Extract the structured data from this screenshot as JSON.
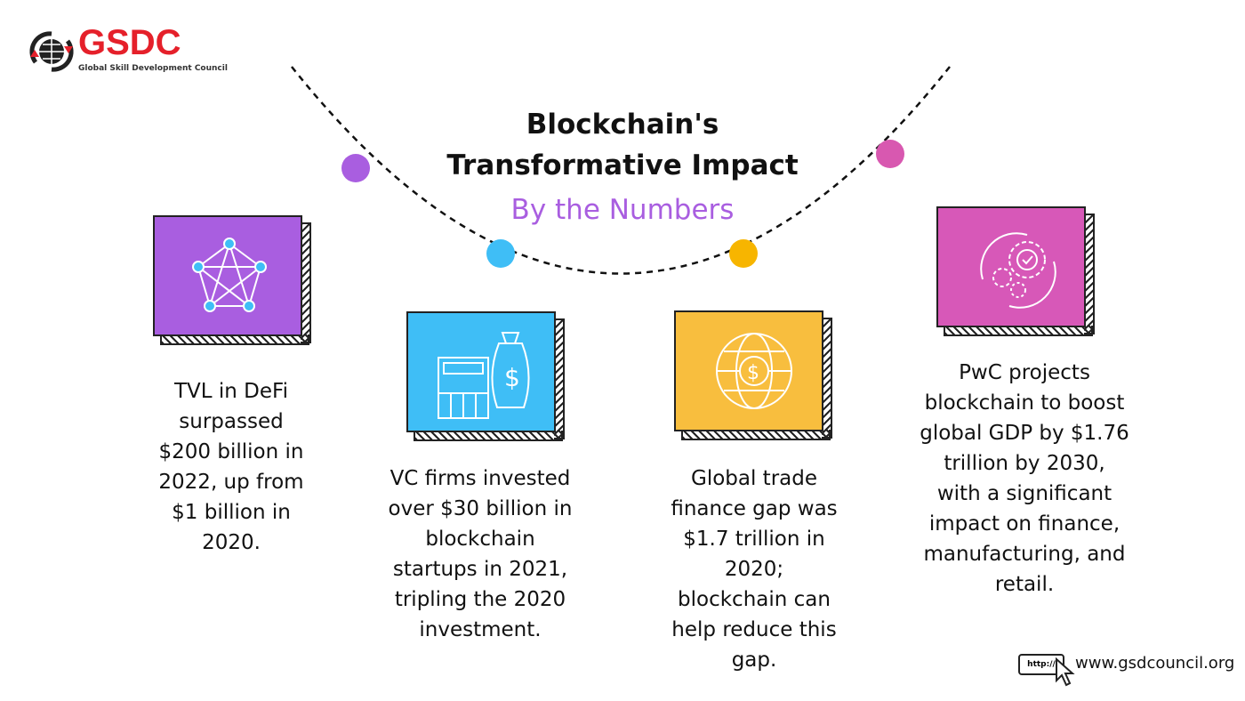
{
  "logo": {
    "name": "GSDC",
    "tagline": "Global Skill Development Council"
  },
  "header": {
    "title_line1": "Blockchain's",
    "title_line2": "Transformative Impact",
    "subtitle": "By the Numbers"
  },
  "colors": {
    "purple": "#a95ee0",
    "blue": "#3fbef6",
    "yellow": "#f8be3e",
    "pink": "#d758b8",
    "dot_yellow": "#f7b500",
    "dot_pink": "#d858b0"
  },
  "cards": [
    {
      "icon": "network-icon",
      "text": [
        "TVL in DeFi",
        "surpassed",
        "$200 billion in",
        "2022, up from",
        "$1 billion in",
        "2020."
      ]
    },
    {
      "icon": "money-bag-icon",
      "text": [
        "VC firms invested",
        "over $30 billion in",
        "blockchain",
        "startups in 2021,",
        "tripling the 2020",
        "investment."
      ]
    },
    {
      "icon": "globe-dollar-icon",
      "text": [
        "Global trade",
        "finance gap was",
        "$1.7 trillion in",
        "2020;",
        "blockchain can",
        "help reduce this",
        "gap."
      ]
    },
    {
      "icon": "gears-icon",
      "text": [
        "PwC projects",
        "blockchain to boost",
        "global GDP by $1.76",
        "trillion by 2030,",
        "with a significant",
        "impact on finance,",
        "manufacturing, and",
        "retail."
      ]
    }
  ],
  "footer": {
    "url_field": "http://",
    "url": "www.gsdcouncil.org"
  }
}
